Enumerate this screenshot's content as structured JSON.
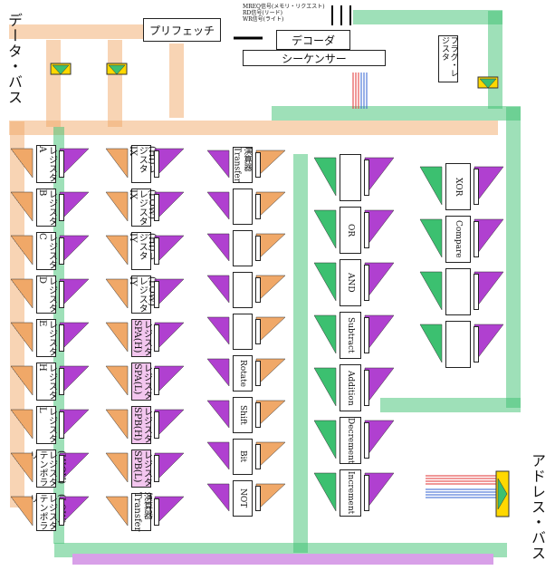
{
  "labels": {
    "data_bus": "データ・バス",
    "address_bus": "アドレス・バス",
    "prefetch": "プリフェッチ",
    "decoder": "デコーダ",
    "sequencer": "シーケンサー",
    "flag_register": "フラグ・レジスタ",
    "signals": [
      "MREQ信号(メモリ・リクエスト)",
      "RD信号(リード)",
      "WR信号(ライト)"
    ]
  },
  "registers_col1": [
    "レジスタA",
    "レジスタB",
    "レジスタC",
    "レジスタD",
    "レジスタE",
    "レジスタH",
    "レジスタL",
    "(HIGH)レジスタテンポラリ",
    "(LOW)レジスタテンポラリ"
  ],
  "registers_col2": [
    "(HI)レジスタIX",
    "(LOW)レジスタIX",
    "(HI)レジスタIY",
    "(LOW)レジスタIY",
    "レジスタSPA(H)",
    "レジスタSPA(L)",
    "レジスタSPB(H)",
    "レジスタSPB(L)",
    "演算器Transfer"
  ],
  "alu_col": [
    "演算器Transfer",
    "",
    "",
    "",
    "",
    "Rotate",
    "Shift",
    "Bit",
    "NOT"
  ],
  "alu_col2": [
    "",
    "OR",
    "AND",
    "Subtract",
    "Addition",
    "Decrement",
    "Increment"
  ],
  "alu_col3": [
    "XOR",
    "Compare",
    "",
    ""
  ],
  "colors": {
    "orange": "#f0a868",
    "purple": "#b040d0",
    "green": "#3cc070",
    "red": "#e03030",
    "blue": "#3060d0",
    "yellow": "#ffd800",
    "pink": "#f3c6ef"
  }
}
